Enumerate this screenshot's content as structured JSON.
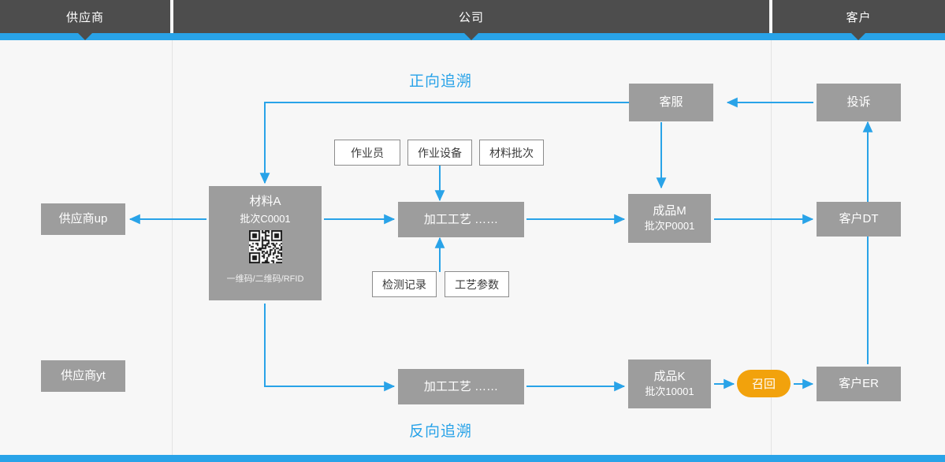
{
  "lanes": [
    {
      "id": "supplier",
      "label": "供应商"
    },
    {
      "id": "company",
      "label": "公司"
    },
    {
      "id": "customer",
      "label": "客户"
    }
  ],
  "captions": {
    "forward": "正向追溯",
    "reverse": "反向追溯"
  },
  "colors": {
    "lane_header_bg": "#4d4d4d",
    "accent_blue": "#29a3e8",
    "node_grey": "#9d9d9d",
    "recall_orange": "#f2a20c",
    "canvas_bg": "#f7f7f7",
    "attr_border": "#8c8c8c"
  },
  "nodes": {
    "supplier_up": {
      "label": "供应商up"
    },
    "supplier_yt": {
      "label": "供应商yt"
    },
    "material": {
      "title": "材料A",
      "batch": "批次C0001",
      "code_caption": "一维码/二维码/RFID",
      "code_icon": "qr-code-icon"
    },
    "process_top": {
      "label": "加工工艺  ……"
    },
    "process_bottom": {
      "label": "加工工艺  ……"
    },
    "product_m": {
      "title": "成品M",
      "batch": "批次P0001"
    },
    "product_k": {
      "title": "成品K",
      "batch": "批次10001"
    },
    "customer_service": {
      "label": "客服"
    },
    "complaint": {
      "label": "投诉"
    },
    "customer_dt": {
      "label": "客户DT"
    },
    "customer_er": {
      "label": "客户ER"
    },
    "recall": {
      "label": "召回"
    }
  },
  "attributes": {
    "operator": {
      "label": "作业员"
    },
    "equipment": {
      "label": "作业设备"
    },
    "material_batch": {
      "label": "材料批次"
    },
    "inspection_record": {
      "label": "检测记录"
    },
    "process_parameter": {
      "label": "工艺参数"
    }
  }
}
